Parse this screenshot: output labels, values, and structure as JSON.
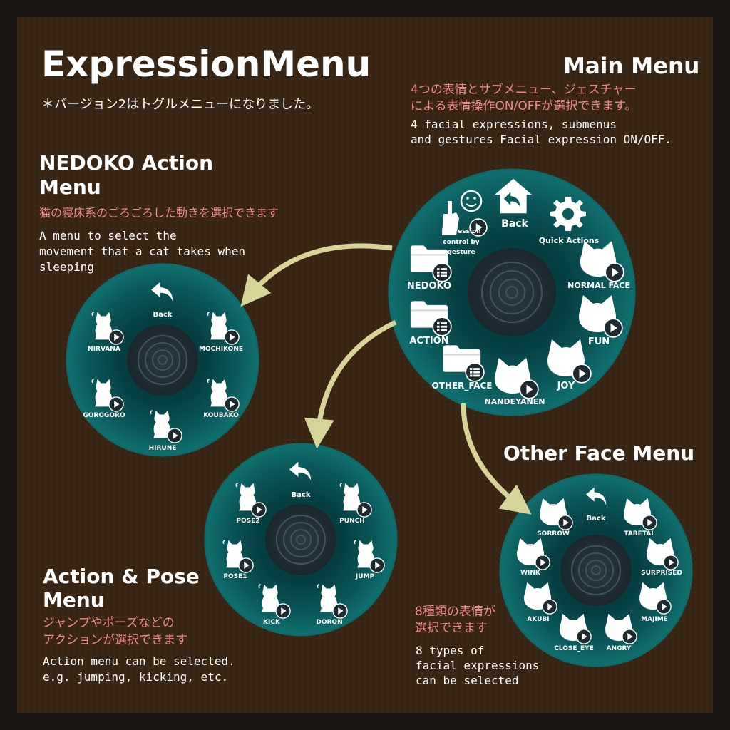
{
  "title": "ExpressionMenu",
  "subtitle": "＊バージョン2はトグルメニューになりました。",
  "main_menu": {
    "heading": "Main Menu",
    "jp_lines": [
      "4つの表情とサブメニュー、ジェスチャー",
      "による表情操作ON/OFFが選択できます。"
    ],
    "en_lines": [
      "4 facial expressions, submenus",
      "and gestures Facial expression ON/OFF."
    ],
    "items": {
      "back": "Back",
      "quick": "Quick Actions",
      "normal": "NORMAL FACE",
      "fun": "FUN",
      "joy": "JOY",
      "nandeyanen": "NANDEYANEN",
      "other_face": "OTHER_FACE",
      "action": "ACTION",
      "nedoko": "NEDOKO",
      "gesture_lines": [
        "Expression",
        "control by",
        "gesture"
      ]
    }
  },
  "nedoko_menu": {
    "heading_lines": [
      "NEDOKO Action",
      "Menu"
    ],
    "jp": "猫の寝床系のごろごろした動きを選択できます",
    "en_lines": [
      "A menu to select the",
      "movement that a cat takes when",
      "sleeping"
    ],
    "items": {
      "back": "Back",
      "nirvana": "NIRVANA",
      "mochikone": "MOCHIKONE",
      "gorogoro": "GOROGORO",
      "koubako": "KOUBAKO",
      "hirune": "HIRUNE"
    }
  },
  "action_menu": {
    "heading_lines": [
      "Action & Pose",
      "Menu"
    ],
    "jp_lines": [
      "ジャンプやポーズなどの",
      "アクションが選択できます"
    ],
    "en_lines": [
      "Action menu can be selected.",
      "e.g. jumping, kicking, etc."
    ],
    "items": {
      "back": "Back",
      "pose2": "POSE2",
      "punch": "PUNCH",
      "pose1": "POSE1",
      "jump": "JUMP",
      "kick": "KICK",
      "doron": "DORON"
    }
  },
  "other_face_menu": {
    "heading": "Other Face Menu",
    "jp_lines": [
      "8種類の表情が",
      "選択できます"
    ],
    "en_lines": [
      "8 types of",
      "facial expressions",
      "can be selected"
    ],
    "items": {
      "back": "Back",
      "sorrow": "SORROW",
      "tabetai": "TABETAI",
      "wink": "WINK",
      "surprised": "SURPRISED",
      "akubi": "AKUBI",
      "majime": "MAJIME",
      "close_eye": "CLOSE_EYE",
      "angry": "ANGRY"
    }
  },
  "colors": {
    "menu_ring": "#0c5b5b",
    "menu_center": "#223038",
    "arrow": "#d7d49a",
    "japanese_text": "#f08a8a"
  }
}
